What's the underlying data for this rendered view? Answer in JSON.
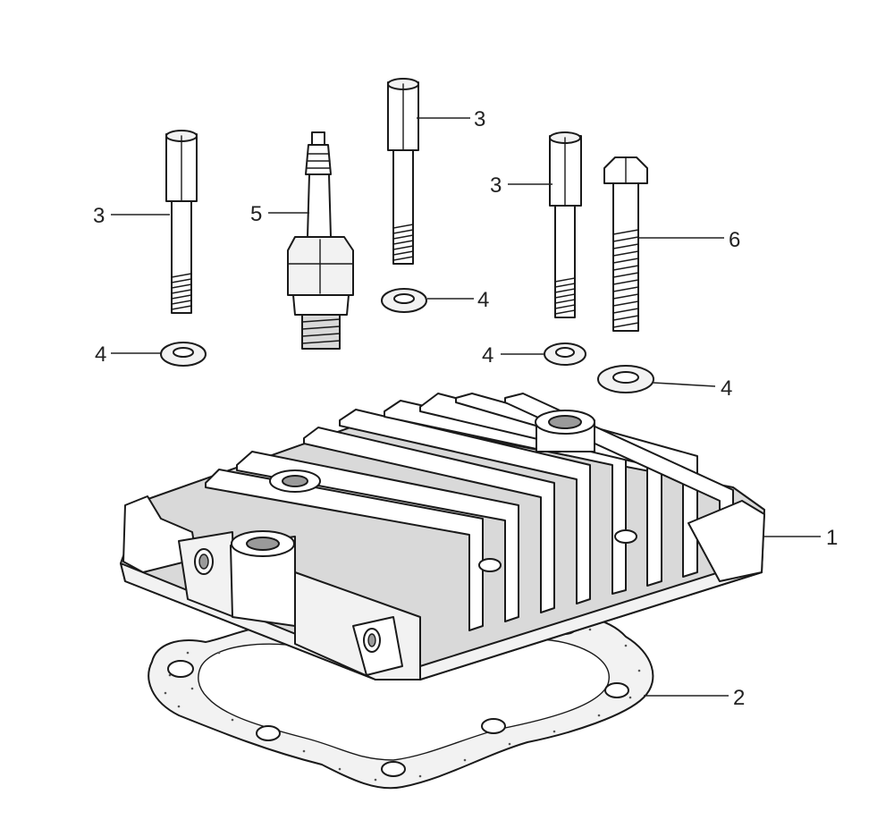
{
  "callouts": [
    {
      "id": "c3a",
      "label": "3",
      "part": "stud-bolt-left"
    },
    {
      "id": "c5",
      "label": "5",
      "part": "spark-plug"
    },
    {
      "id": "c3b",
      "label": "3",
      "part": "stud-bolt-center"
    },
    {
      "id": "c3c",
      "label": "3",
      "part": "stud-bolt-right"
    },
    {
      "id": "c6",
      "label": "6",
      "part": "hex-bolt"
    },
    {
      "id": "c4a",
      "label": "4",
      "part": "washer-left"
    },
    {
      "id": "c4b",
      "label": "4",
      "part": "washer-center"
    },
    {
      "id": "c4c",
      "label": "4",
      "part": "washer-right-upper"
    },
    {
      "id": "c4d",
      "label": "4",
      "part": "washer-right-lower"
    },
    {
      "id": "c1",
      "label": "1",
      "part": "cylinder-head"
    },
    {
      "id": "c2",
      "label": "2",
      "part": "head-gasket"
    }
  ],
  "colors": {
    "ink": "#1a1a1a",
    "paper": "#ffffff",
    "shade": "#d9d9d9",
    "dark": "#9a9a9a"
  }
}
